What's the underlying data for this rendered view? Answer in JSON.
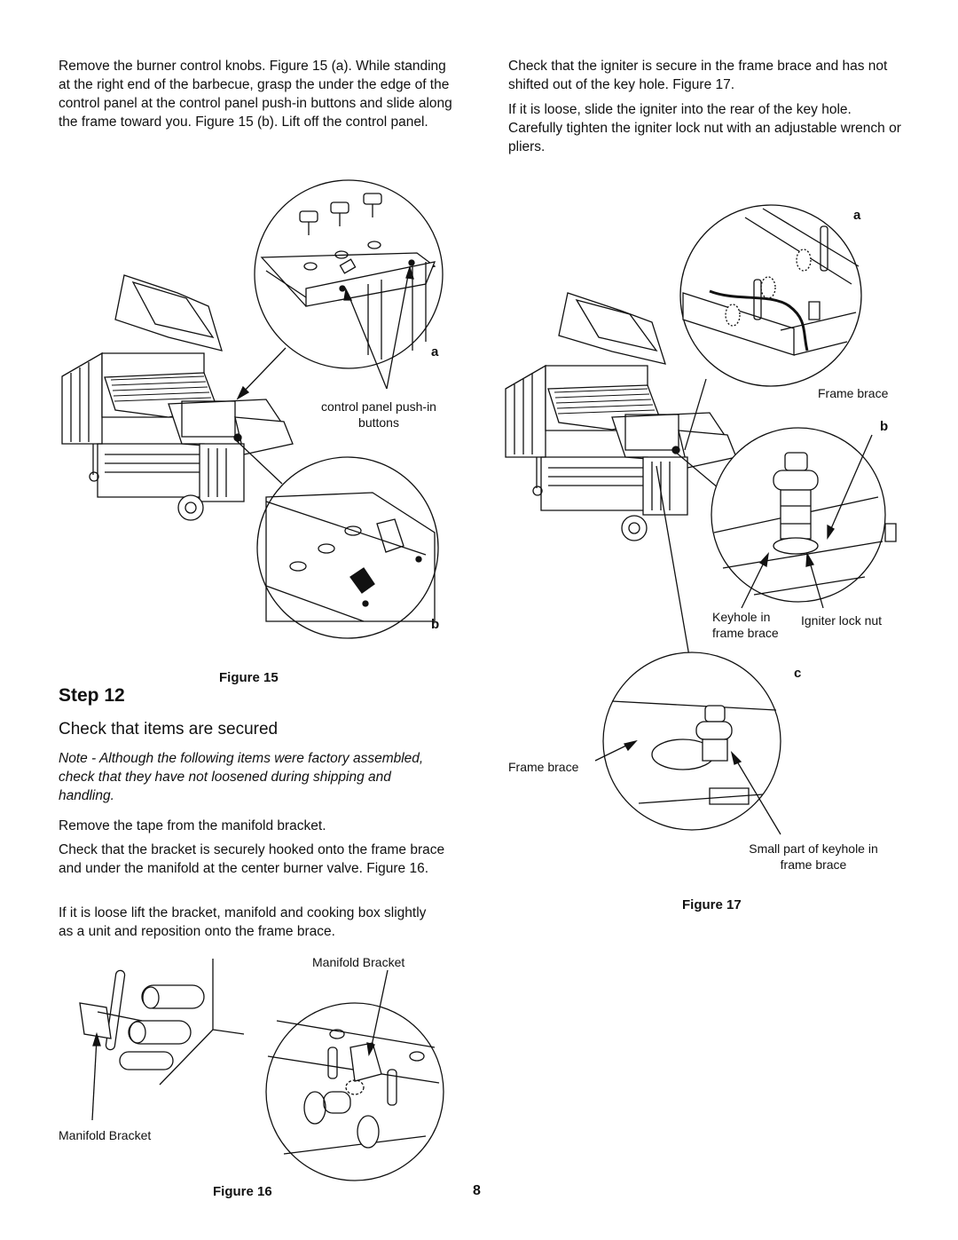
{
  "left_column": {
    "intro_paragraph": "Remove the burner control knobs. Figure 15 (a). While standing at the right end of the barbecue, grasp the under the edge of the control panel at the control panel push-in buttons and slide along the frame toward you. Figure 15 (b). Lift off the control panel.",
    "step_label": "Step 12",
    "step_heading": "Check that items are secured",
    "note": "Note - Although the following items were factory assembled, check that they have not loosened during shipping and handling.",
    "paragraphs": [
      "Remove the tape from the manifold bracket.",
      "Check that the bracket is securely hooked onto the frame brace and under the manifold at the center burner valve. Figure 16.",
      "If it is loose lift the bracket, manifold and cooking box slightly as a unit and reposition onto the frame brace."
    ]
  },
  "right_column": {
    "paragraphs": [
      "Check that the igniter is secure in the frame brace and has not shifted out of the key hole. Figure 17.",
      "If it is loose, slide the igniter into the rear of the key hole. Carefully tighten the igniter lock nut with an adjustable wrench or pliers."
    ]
  },
  "figure15": {
    "caption": "Figure 15",
    "label_a": "a",
    "label_b": "b",
    "callout_buttons": "control panel push-in buttons"
  },
  "figure16": {
    "caption": "Figure 16",
    "callout_top": "Manifold Bracket",
    "callout_bottom": "Manifold Bracket"
  },
  "figure17": {
    "caption": "Figure 17",
    "label_a": "a",
    "label_b": "b",
    "label_c": "c",
    "callout_frame_brace_a": "Frame brace",
    "callout_keyhole": "Keyhole in frame brace",
    "callout_lock_nut": "Igniter lock nut",
    "callout_frame_brace_c": "Frame brace",
    "callout_small_keyhole": "Small part of keyhole in frame brace"
  },
  "page_number": "8"
}
